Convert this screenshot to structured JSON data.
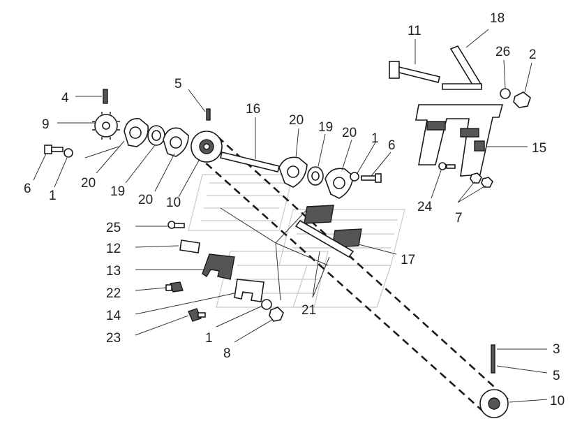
{
  "labels": [
    {
      "id": "l-11",
      "text": "11"
    },
    {
      "id": "l-18",
      "text": "18"
    },
    {
      "id": "l-26",
      "text": "26"
    },
    {
      "id": "l-2",
      "text": "2"
    },
    {
      "id": "l-4",
      "text": "4"
    },
    {
      "id": "l-9",
      "text": "9"
    },
    {
      "id": "l-5a",
      "text": "5"
    },
    {
      "id": "l-16",
      "text": "16"
    },
    {
      "id": "l-20a",
      "text": "20"
    },
    {
      "id": "l-19a",
      "text": "19"
    },
    {
      "id": "l-20b",
      "text": "20"
    },
    {
      "id": "l-1a",
      "text": "1"
    },
    {
      "id": "l-6a",
      "text": "6"
    },
    {
      "id": "l-15",
      "text": "15"
    },
    {
      "id": "l-6b",
      "text": "6"
    },
    {
      "id": "l-1b",
      "text": "1"
    },
    {
      "id": "l-20c",
      "text": "20"
    },
    {
      "id": "l-19b",
      "text": "19"
    },
    {
      "id": "l-20d",
      "text": "20"
    },
    {
      "id": "l-10a",
      "text": "10"
    },
    {
      "id": "l-24",
      "text": "24"
    },
    {
      "id": "l-7",
      "text": "7"
    },
    {
      "id": "l-25",
      "text": "25"
    },
    {
      "id": "l-12",
      "text": "12"
    },
    {
      "id": "l-17",
      "text": "17"
    },
    {
      "id": "l-13",
      "text": "13"
    },
    {
      "id": "l-22",
      "text": "22"
    },
    {
      "id": "l-21",
      "text": "21"
    },
    {
      "id": "l-14",
      "text": "14"
    },
    {
      "id": "l-23",
      "text": "23"
    },
    {
      "id": "l-1c",
      "text": "1"
    },
    {
      "id": "l-8",
      "text": "8"
    },
    {
      "id": "l-3",
      "text": "3"
    },
    {
      "id": "l-5b",
      "text": "5"
    },
    {
      "id": "l-10b",
      "text": "10"
    }
  ]
}
